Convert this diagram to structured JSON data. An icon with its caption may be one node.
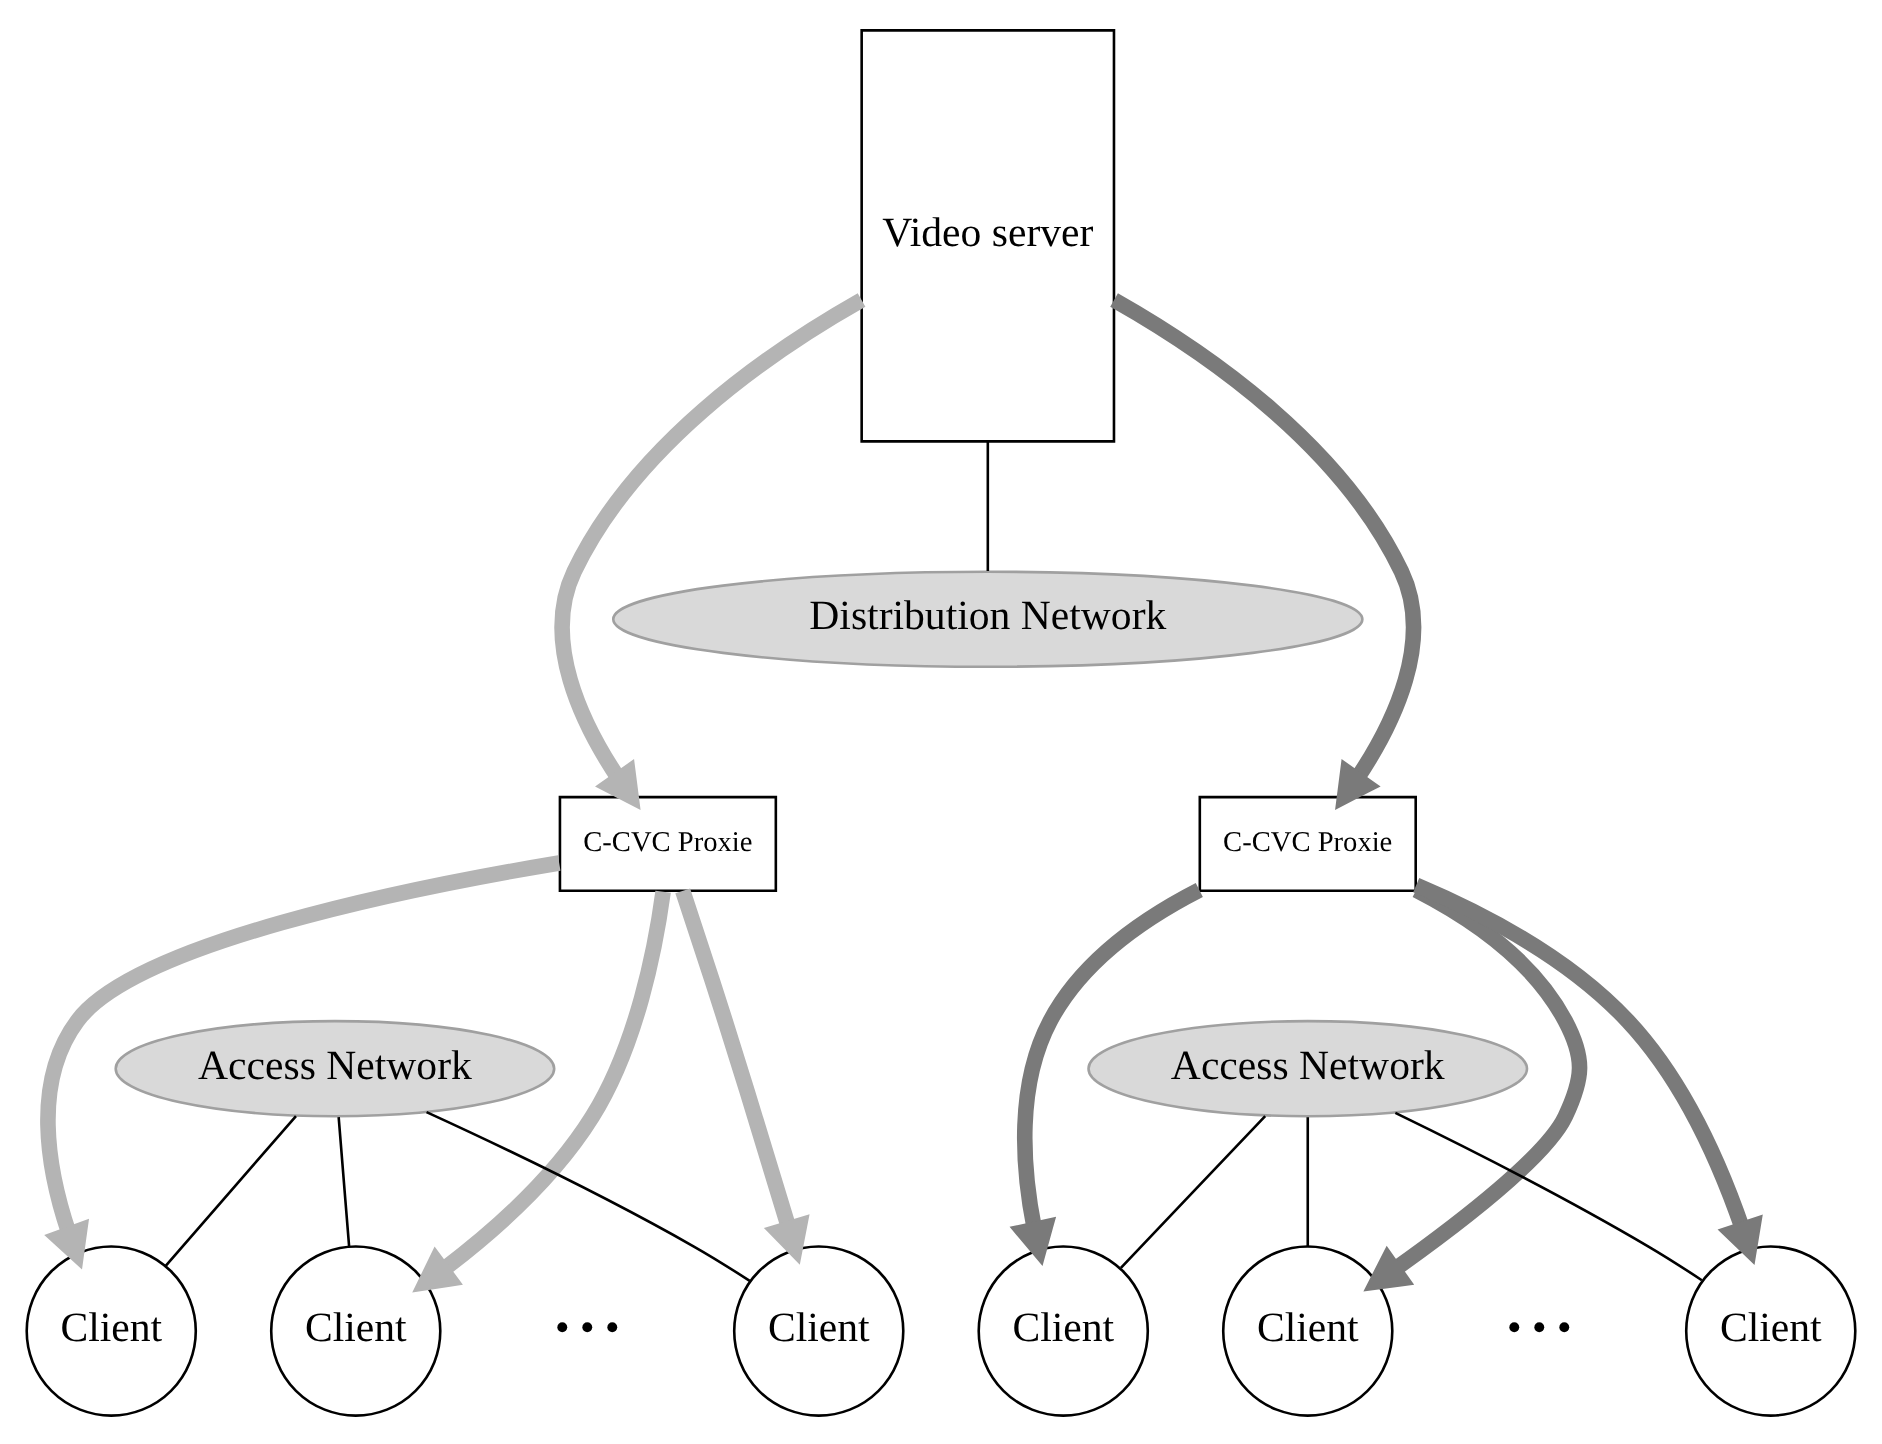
{
  "diagram": {
    "nodes": [
      {
        "text": [
          "Video server"
        ]
      },
      {
        "text": [
          "Distribution Network"
        ]
      },
      {
        "text": [
          "C-CVC Proxie"
        ]
      },
      {
        "text": [
          "C-CVC Proxie"
        ]
      },
      {
        "text": [
          "Access Network"
        ]
      },
      {
        "text": [
          "Access Network"
        ]
      },
      {
        "text": [
          "Client"
        ]
      },
      {
        "text": [
          "Client"
        ]
      },
      {
        "text": [
          "Client"
        ]
      },
      {
        "text": [
          "Client"
        ]
      },
      {
        "text": [
          "Client"
        ]
      },
      {
        "text": [
          "Client"
        ]
      }
    ],
    "edges": [
      {
        "from": 0,
        "to": 1,
        "arrow": "none",
        "color": "#000000"
      },
      {
        "from": 0,
        "to": 2,
        "arrow": "to",
        "color": "#b4b4b4"
      },
      {
        "from": 0,
        "to": 3,
        "arrow": "to",
        "color": "#7a7a7a"
      },
      {
        "from": 2,
        "to": 6,
        "arrow": "to",
        "color": "#b4b4b4"
      },
      {
        "from": 2,
        "to": 7,
        "arrow": "to",
        "color": "#b4b4b4"
      },
      {
        "from": 2,
        "to": 8,
        "arrow": "to",
        "color": "#b4b4b4"
      },
      {
        "from": 3,
        "to": 9,
        "arrow": "to",
        "color": "#7a7a7a"
      },
      {
        "from": 3,
        "to": 10,
        "arrow": "to",
        "color": "#7a7a7a"
      },
      {
        "from": 3,
        "to": 11,
        "arrow": "to",
        "color": "#7a7a7a"
      },
      {
        "from": 4,
        "to": 6,
        "arrow": "none",
        "color": "#000000"
      },
      {
        "from": 4,
        "to": 7,
        "arrow": "none",
        "color": "#000000"
      },
      {
        "from": 4,
        "to": 8,
        "arrow": "none",
        "color": "#000000"
      },
      {
        "from": 5,
        "to": 9,
        "arrow": "none",
        "color": "#000000"
      },
      {
        "from": 5,
        "to": 10,
        "arrow": "none",
        "color": "#000000"
      },
      {
        "from": 5,
        "to": 11,
        "arrow": "none",
        "color": "#000000"
      }
    ],
    "labels": [
      "• • •",
      "• • •"
    ]
  }
}
